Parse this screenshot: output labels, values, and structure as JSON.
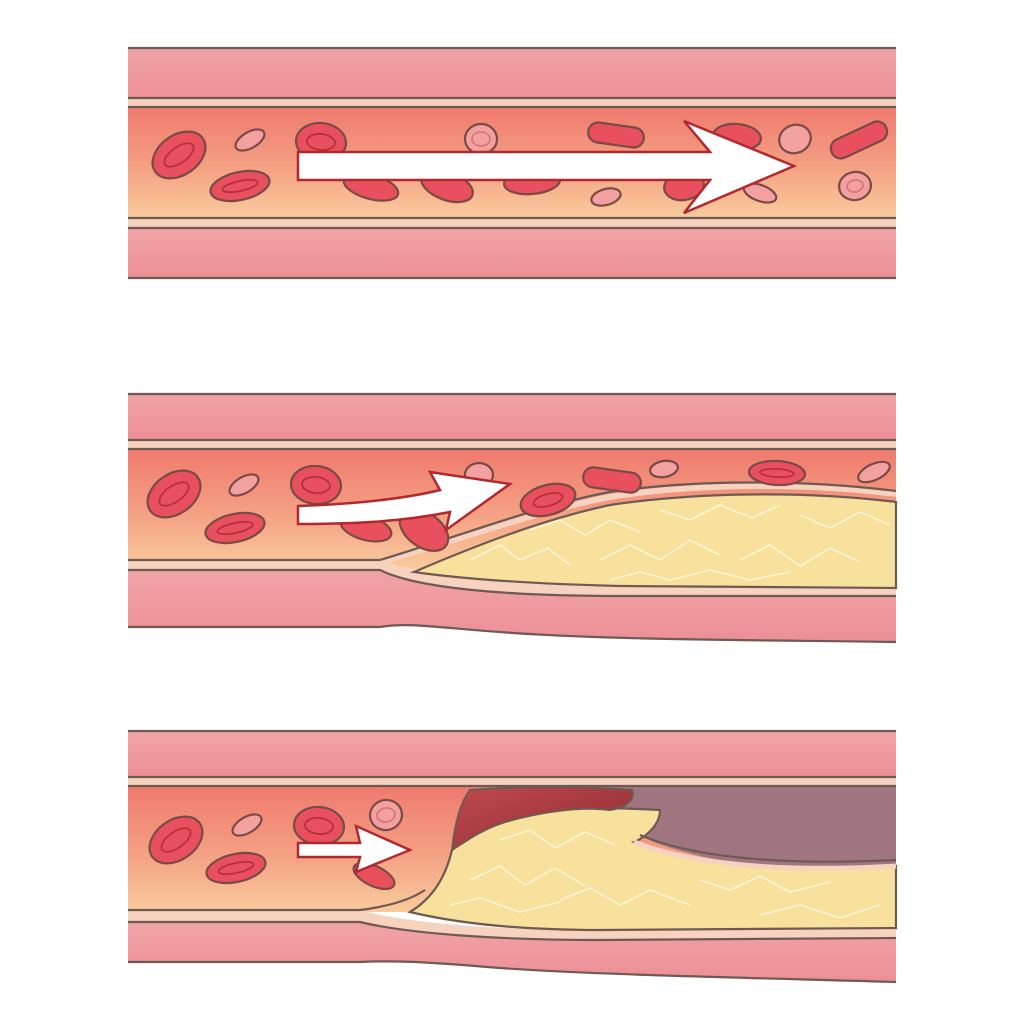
{
  "figure": {
    "subject": "artery-atherosclerosis-progression",
    "panel_count": 3
  },
  "colors": {
    "background": "#ffffff",
    "vessel_wall": "#ef9aa0",
    "vessel_wall_dark": "#e07a84",
    "intima_band": "#f6d2bf",
    "lumen_top": "#ef7f73",
    "lumen_bottom": "#f8c79a",
    "red_cell": "#e8505e",
    "red_cell_faint": "#f2a0a0",
    "plaque": "#f7e19d",
    "thrombus": "#a8323b",
    "occlusion_cavity": "#a0757f",
    "arrow_fill": "#ffffff",
    "arrow_outline": "#b3282d",
    "outline": "#6e5a52"
  },
  "panels": [
    {
      "name": "healthy-artery",
      "flow_level": 1.0,
      "plaque": false,
      "thrombus": false,
      "flow_icon": "long-straight-arrow-icon"
    },
    {
      "name": "narrowed-artery",
      "flow_level": 0.45,
      "plaque": true,
      "thrombus": false,
      "flow_icon": "curved-arrow-icon"
    },
    {
      "name": "blocked-artery",
      "flow_level": 0.2,
      "plaque": true,
      "thrombus": true,
      "flow_icon": "short-arrow-icon"
    }
  ]
}
